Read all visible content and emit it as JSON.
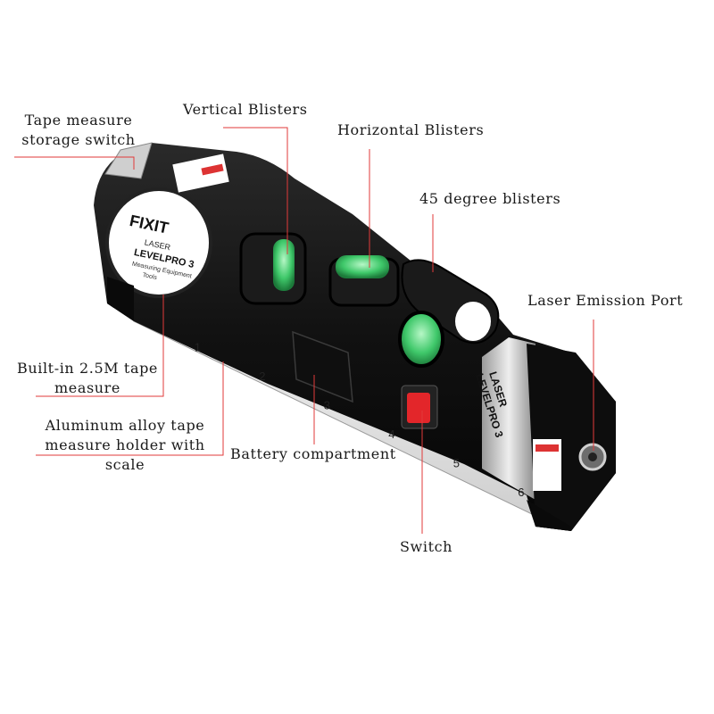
{
  "callouts": {
    "tape_storage_switch": {
      "line1": "Tape measure",
      "line2": "storage switch"
    },
    "vertical_blisters": "Vertical Blisters",
    "horizontal_blisters": "Horizontal Blisters",
    "degree_blisters": "45 degree blisters",
    "laser_port": "Laser Emission Port",
    "builtin_tape": {
      "line1": "Built-in 2.5M tape",
      "line2": "measure"
    },
    "aluminum_holder": {
      "line1": "Aluminum alloy tape",
      "line2": "measure holder with",
      "line3": "scale"
    },
    "battery": "Battery compartment",
    "switch": "Switch"
  },
  "device": {
    "brand": "FIXIT",
    "reel_line1": "LASER",
    "reel_line2": "LEVELPRO 3",
    "reel_line3": "Measuring Equipment",
    "reel_line4": "Tools",
    "side_line1": "LASER",
    "side_line2": "LEVELPRO 3",
    "scale_numbers": [
      "1",
      "2",
      "3",
      "4",
      "5",
      "6"
    ]
  },
  "colors": {
    "callout_line": "#e23a3a",
    "body": "#111111",
    "bubble": "#4fd17a",
    "switch": "#e3262a",
    "ruler": "#e9e9e9"
  }
}
